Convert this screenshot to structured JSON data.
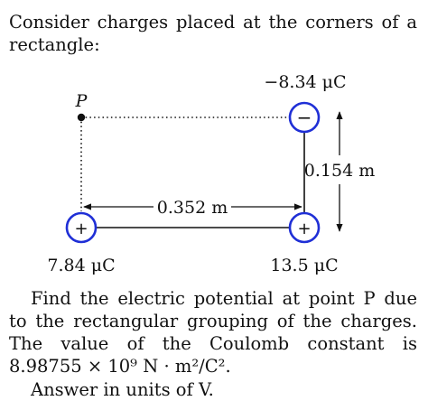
{
  "problem": {
    "intro": "Consider charges placed at the corners of a rectangle:",
    "question": "Find the electric potential at point P due to the rectangular grouping of the charges. The value of the Coulomb constant is 8.98755 × 10⁹ N · m²/C².",
    "answer_units": "Answer in units of V."
  },
  "figure": {
    "point_label": "P",
    "charges": {
      "top_right": {
        "value": "−8.34 μC",
        "sign": "−"
      },
      "bottom_left": {
        "value": "7.84 μC",
        "sign": "+"
      },
      "bottom_right": {
        "value": "13.5 μC",
        "sign": "+"
      }
    },
    "width_label": "0.352 m",
    "height_label": "0.154 m"
  },
  "colors": {
    "charge_ring": "#1f2fd6",
    "line": "#111111"
  }
}
